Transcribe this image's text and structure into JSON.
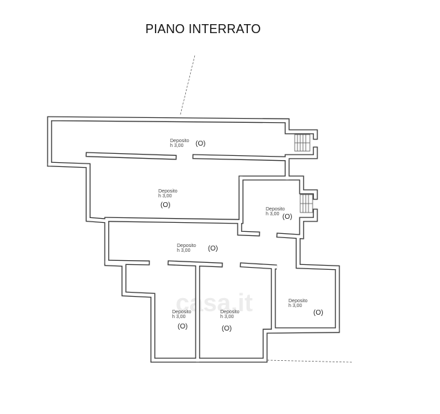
{
  "title": "PIANO INTERRATO",
  "watermark": "casa.it",
  "rooms": [
    {
      "name": "Deposito",
      "height": "h 3,00",
      "code": "(O)"
    },
    {
      "name": "Deposito",
      "height": "h 3,00",
      "code": "(O)"
    },
    {
      "name": "Deposito",
      "height": "h 3,00",
      "code": "(O)"
    },
    {
      "name": "Deposito",
      "height": "h 3,00",
      "code": "(O)"
    },
    {
      "name": "Deposito",
      "height": "h 3,00",
      "code": "(O)"
    },
    {
      "name": "Deposito",
      "height": "h 3,00",
      "code": "(O)"
    },
    {
      "name": "Deposito",
      "height": "h 3,00",
      "code": "(O)"
    }
  ],
  "colors": {
    "wall": "#333333",
    "background": "#ffffff"
  }
}
